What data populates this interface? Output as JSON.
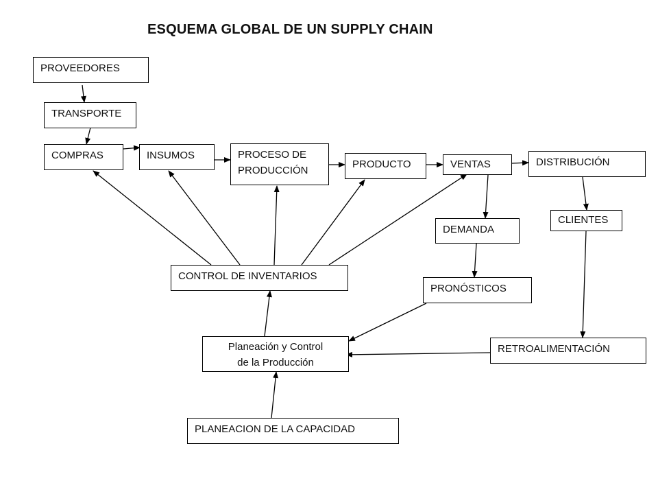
{
  "title": "ESQUEMA GLOBAL DE UN SUPPLY CHAIN",
  "nodes": {
    "proveedores": [
      "PROVEEDORES"
    ],
    "transporte": [
      "TRANSPORTE"
    ],
    "compras": [
      "COMPRAS"
    ],
    "insumos": [
      "INSUMOS"
    ],
    "proceso": [
      "PROCESO DE",
      "PRODUCCIÓN"
    ],
    "producto": [
      "PRODUCTO"
    ],
    "ventas": [
      "VENTAS"
    ],
    "distribucion": [
      "DISTRIBUCIÓN"
    ],
    "demanda": [
      "DEMANDA"
    ],
    "clientes": [
      "CLIENTES"
    ],
    "control_inventarios": [
      "CONTROL DE INVENTARIOS"
    ],
    "pronosticos": [
      "PRONÓSTICOS"
    ],
    "planeacion_control": [
      "Planeación y Control",
      "de la Producción"
    ],
    "retroalimentacion": [
      "RETROALIMENTACIÓN"
    ],
    "planeacion_capacidad": [
      "PLANEACION DE LA CAPACIDAD"
    ]
  },
  "edges": [
    {
      "from": "proveedores",
      "to": "transporte"
    },
    {
      "from": "transporte",
      "to": "compras"
    },
    {
      "from": "compras",
      "to": "insumos"
    },
    {
      "from": "insumos",
      "to": "proceso"
    },
    {
      "from": "proceso",
      "to": "producto"
    },
    {
      "from": "producto",
      "to": "ventas"
    },
    {
      "from": "ventas",
      "to": "distribucion"
    },
    {
      "from": "ventas",
      "to": "demanda"
    },
    {
      "from": "distribucion",
      "to": "clientes"
    },
    {
      "from": "demanda",
      "to": "pronosticos"
    },
    {
      "from": "control_inventarios",
      "to": "compras"
    },
    {
      "from": "control_inventarios",
      "to": "insumos"
    },
    {
      "from": "control_inventarios",
      "to": "proceso"
    },
    {
      "from": "control_inventarios",
      "to": "producto"
    },
    {
      "from": "control_inventarios",
      "to": "ventas"
    },
    {
      "from": "planeacion_control",
      "to": "control_inventarios"
    },
    {
      "from": "pronosticos",
      "to": "planeacion_control"
    },
    {
      "from": "retroalimentacion",
      "to": "planeacion_control"
    },
    {
      "from": "clientes",
      "to": "retroalimentacion"
    },
    {
      "from": "planeacion_capacidad",
      "to": "planeacion_control"
    }
  ]
}
